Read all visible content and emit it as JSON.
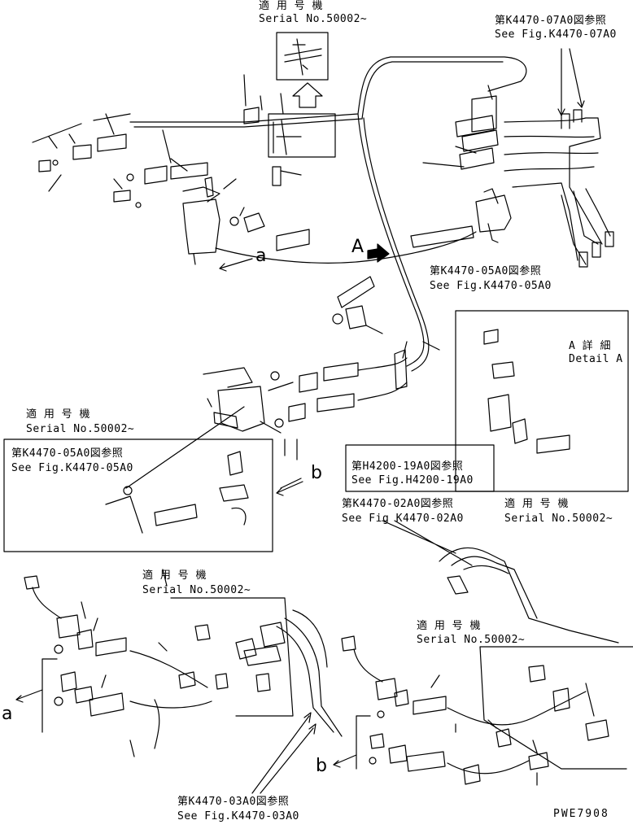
{
  "labels": {
    "serial_top": {
      "jp": "適 用 号 機",
      "en": "Serial No.50002~"
    },
    "ref_0700": {
      "jp": "第K4470-07A0図参照",
      "en": "See Fig.K4470-07A0"
    },
    "ref_0500_right": {
      "jp": "第K4470-05A0図参照",
      "en": "See Fig.K4470-05A0"
    },
    "detail_a": {
      "jp": "A 詳 細",
      "en": "Detail A"
    },
    "serial_left": {
      "jp": "適 用 号 機",
      "en": "Serial No.50002~"
    },
    "ref_0500_left": {
      "jp": "第K4470-05A0図参照",
      "en": "See Fig.K4470-05A0"
    },
    "ref_h4200": {
      "jp": "第H4200-19A0図参照",
      "en": "See Fig.H4200-19A0"
    },
    "ref_0200": {
      "jp": "第K4470-02A0図参照",
      "en": "See Fig K4470-02A0"
    },
    "serial_right_mid": {
      "jp": "適 用 号 機",
      "en": "Serial No.50002~"
    },
    "serial_bottom_mid": {
      "jp": "適 用 号 機",
      "en": "Serial No.50002~"
    },
    "serial_bottom_right": {
      "jp": "適 用 号 機",
      "en": "Serial No.50002~"
    },
    "ref_0300": {
      "jp": "第K4470-03A0図参照",
      "en": "See Fig.K4470-03A0"
    },
    "view_A": "A",
    "view_a_top": "a",
    "view_b_mid": "b",
    "view_a_bottom": "a",
    "view_b_bottom": "b",
    "drawing_number": "PWE7908"
  }
}
